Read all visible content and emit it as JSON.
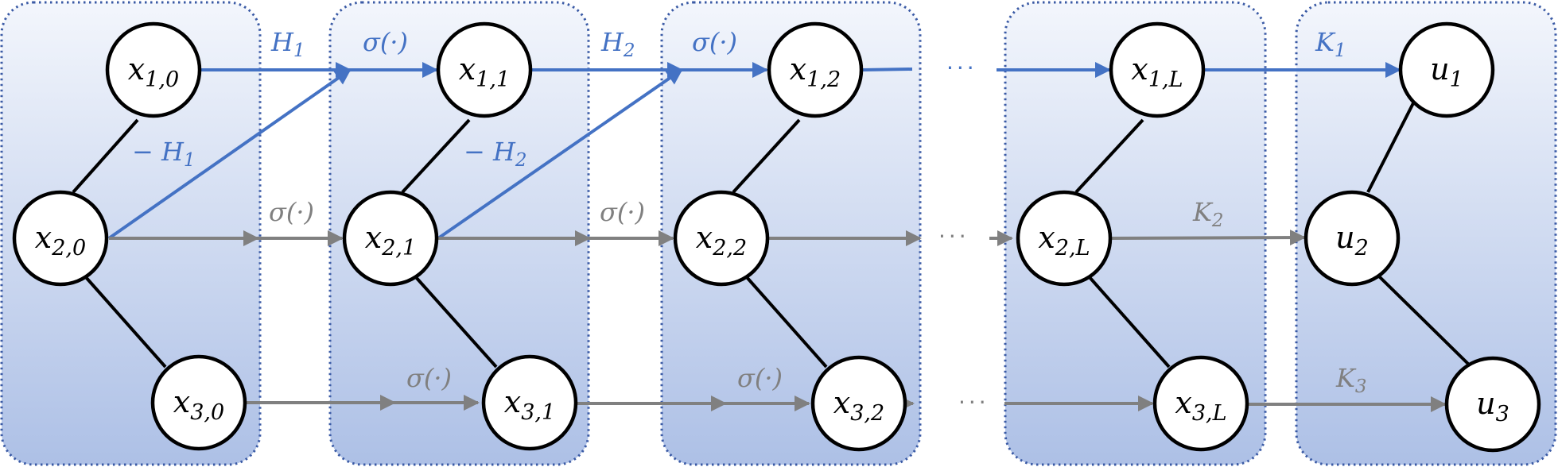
{
  "diagram": {
    "nodes": [
      {
        "id": "x10",
        "base": "x",
        "sub": "1,0"
      },
      {
        "id": "x20",
        "base": "x",
        "sub": "2,0"
      },
      {
        "id": "x30",
        "base": "x",
        "sub": "3,0"
      },
      {
        "id": "x11",
        "base": "x",
        "sub": "1,1"
      },
      {
        "id": "x21",
        "base": "x",
        "sub": "2,1"
      },
      {
        "id": "x31",
        "base": "x",
        "sub": "3,1"
      },
      {
        "id": "x12",
        "base": "x",
        "sub": "1,2"
      },
      {
        "id": "x22",
        "base": "x",
        "sub": "2,2"
      },
      {
        "id": "x32",
        "base": "x",
        "sub": "3,2"
      },
      {
        "id": "x1L",
        "base": "x",
        "sub": "1,L"
      },
      {
        "id": "x2L",
        "base": "x",
        "sub": "2,L"
      },
      {
        "id": "x3L",
        "base": "x",
        "sub": "3,L"
      },
      {
        "id": "u1",
        "base": "u",
        "sub": "1"
      },
      {
        "id": "u2",
        "base": "u",
        "sub": "2"
      },
      {
        "id": "u3",
        "base": "u",
        "sub": "3"
      }
    ],
    "edge_labels": [
      {
        "id": "H1",
        "base": "H",
        "sub": "1",
        "color": "blue"
      },
      {
        "id": "negH1",
        "base": "− H",
        "sub": "1",
        "color": "blue"
      },
      {
        "id": "sigma_top_1",
        "base": "σ(·)",
        "sub": "",
        "color": "blue"
      },
      {
        "id": "H2",
        "base": "H",
        "sub": "2",
        "color": "blue"
      },
      {
        "id": "negH2",
        "base": "− H",
        "sub": "2",
        "color": "blue"
      },
      {
        "id": "sigma_top_2",
        "base": "σ(·)",
        "sub": "",
        "color": "blue"
      },
      {
        "id": "K1",
        "base": "K",
        "sub": "1",
        "color": "blue"
      },
      {
        "id": "sigma_mid_1",
        "base": "σ(·)",
        "sub": "",
        "color": "gray"
      },
      {
        "id": "sigma_mid_2",
        "base": "σ(·)",
        "sub": "",
        "color": "gray"
      },
      {
        "id": "K2",
        "base": "K",
        "sub": "2",
        "color": "gray"
      },
      {
        "id": "sigma_bot_1",
        "base": "σ(·)",
        "sub": "",
        "color": "gray"
      },
      {
        "id": "sigma_bot_2",
        "base": "σ(·)",
        "sub": "",
        "color": "gray"
      },
      {
        "id": "K3",
        "base": "K",
        "sub": "3",
        "color": "gray"
      }
    ],
    "ellipsis": [
      "···",
      "···",
      "···"
    ],
    "colors": {
      "blue": "#4472c4",
      "gray": "#808080",
      "panel_border": "#3a5aa5",
      "panel_fill_top": "#f3f6fc",
      "panel_fill_bottom": "#adc0e6"
    }
  }
}
